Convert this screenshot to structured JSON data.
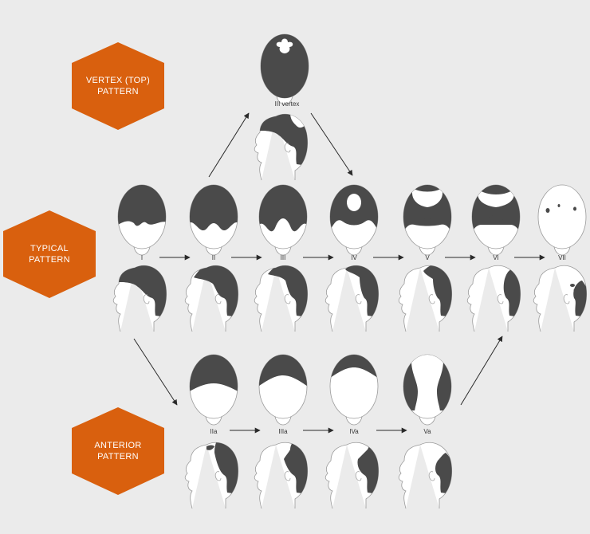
{
  "colors": {
    "background": "#ebebeb",
    "hexagon": "#d9600e",
    "hair": "#4a4a4a",
    "skin": "#ffffff",
    "outline": "#9a9a9a",
    "arrow": "#2a2a2a"
  },
  "patterns": {
    "vertex": {
      "line1": "VERTEX (TOP)",
      "line2": "PATTERN"
    },
    "typical": {
      "line1": "TYPICAL",
      "line2": "PATTERN"
    },
    "anterior": {
      "line1": "ANTERIOR",
      "line2": "PATTERN"
    }
  },
  "vertex_stage": {
    "label": "III vertex"
  },
  "typical_stages": [
    {
      "label": "I"
    },
    {
      "label": "II"
    },
    {
      "label": "III"
    },
    {
      "label": "IV"
    },
    {
      "label": "V"
    },
    {
      "label": "VI"
    },
    {
      "label": "VII"
    }
  ],
  "anterior_stages": [
    {
      "label": "IIa"
    },
    {
      "label": "IIIa"
    },
    {
      "label": "IVa"
    },
    {
      "label": "Va"
    }
  ]
}
